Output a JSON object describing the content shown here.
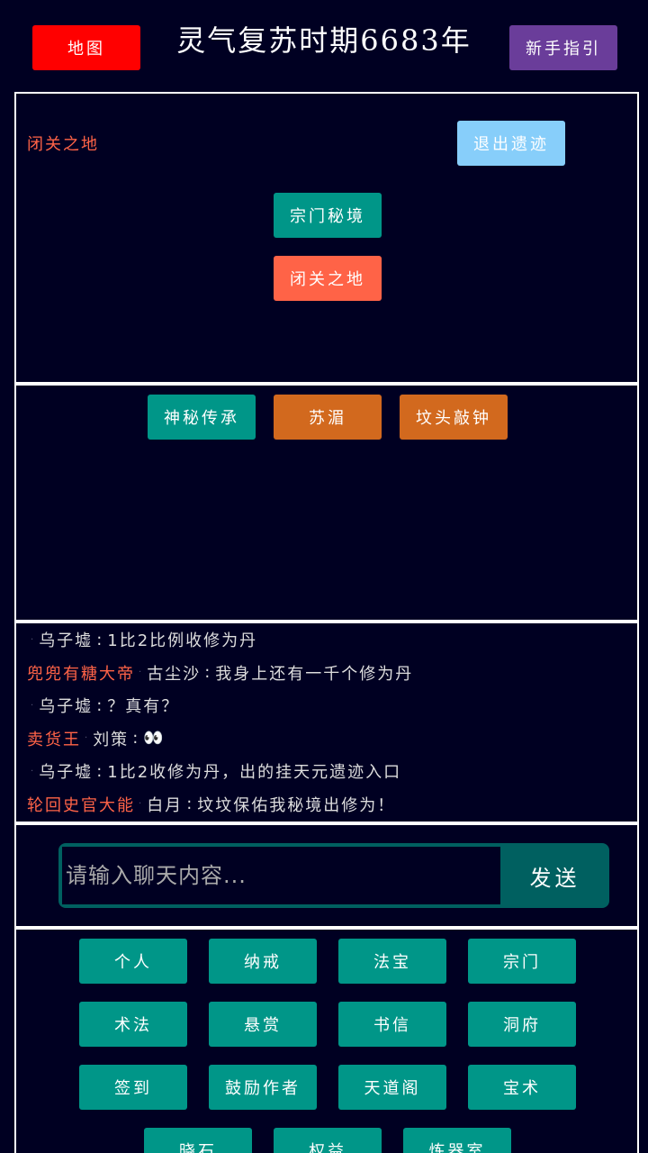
{
  "header": {
    "map_button": "地图",
    "title": "灵气复苏时期6683年",
    "guide_button": "新手指引"
  },
  "location": {
    "current_label": "闭关之地",
    "exit_button": "退出遗迹",
    "places": [
      "宗门秘境",
      "闭关之地"
    ]
  },
  "npcs": [
    "神秘传承",
    "苏湄",
    "坟头敲钟"
  ],
  "chat": {
    "messages": [
      {
        "tag": "",
        "user": "乌子墟",
        "text": "1比2比例收修为丹"
      },
      {
        "tag": "兜兜有糖大帝",
        "user": "古尘沙",
        "text": "我身上还有一千个修为丹"
      },
      {
        "tag": "",
        "user": "乌子墟",
        "text": "？真有？"
      },
      {
        "tag": "卖货王",
        "user": "刘策",
        "text": "👀"
      },
      {
        "tag": "",
        "user": "乌子墟",
        "text": "1比2收修为丹，出的挂天元遗迹入口"
      },
      {
        "tag": "轮回史官大能",
        "user": "白月",
        "text": "坟坟保佑我秘境出修为！"
      }
    ],
    "input_placeholder": "请输入聊天内容...",
    "send_button": "发送"
  },
  "menu": {
    "items": [
      "个人",
      "纳戒",
      "法宝",
      "宗门",
      "术法",
      "悬赏",
      "书信",
      "洞府",
      "签到",
      "鼓励作者",
      "天道阁",
      "宝术",
      "晓石",
      "权益",
      "炼器室"
    ]
  },
  "colors": {
    "background": "#000022",
    "teal": "#009688",
    "orange": "#d2691e",
    "coral": "#ff6347",
    "red": "#ff0000",
    "purple": "#6a3d9a",
    "skyblue": "#87cefa"
  }
}
